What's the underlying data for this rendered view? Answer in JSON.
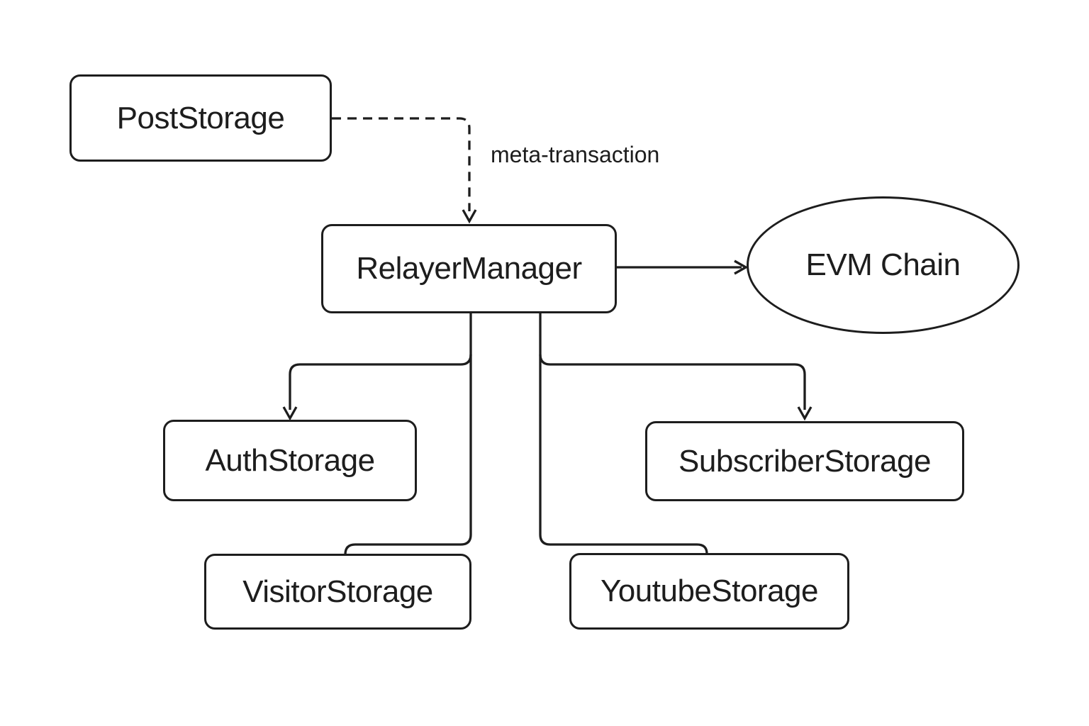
{
  "diagram": {
    "nodes": {
      "post_storage": {
        "label": "PostStorage",
        "shape": "rectangle"
      },
      "relayer_manager": {
        "label": "RelayerManager",
        "shape": "rectangle"
      },
      "evm_chain": {
        "label": "EVM Chain",
        "shape": "ellipse"
      },
      "auth_storage": {
        "label": "AuthStorage",
        "shape": "rectangle"
      },
      "subscriber_storage": {
        "label": "SubscriberStorage",
        "shape": "rectangle"
      },
      "visitor_storage": {
        "label": "VisitorStorage",
        "shape": "rectangle"
      },
      "youtube_storage": {
        "label": "YoutubeStorage",
        "shape": "rectangle"
      }
    },
    "edges": [
      {
        "from": "PostStorage",
        "to": "RelayerManager",
        "style": "dashed",
        "arrow": true,
        "label": "meta-transaction"
      },
      {
        "from": "RelayerManager",
        "to": "EVM Chain",
        "style": "solid",
        "arrow": true,
        "label": ""
      },
      {
        "from": "RelayerManager",
        "to": "AuthStorage",
        "style": "solid",
        "arrow": true,
        "label": ""
      },
      {
        "from": "RelayerManager",
        "to": "SubscriberStorage",
        "style": "solid",
        "arrow": true,
        "label": ""
      },
      {
        "from": "RelayerManager",
        "to": "VisitorStorage",
        "style": "solid",
        "arrow": false,
        "label": ""
      },
      {
        "from": "RelayerManager",
        "to": "YoutubeStorage",
        "style": "solid",
        "arrow": false,
        "label": ""
      }
    ],
    "colors": {
      "stroke": "#1d1d1d",
      "text": "#1d1d1d",
      "background": "#ffffff"
    }
  }
}
